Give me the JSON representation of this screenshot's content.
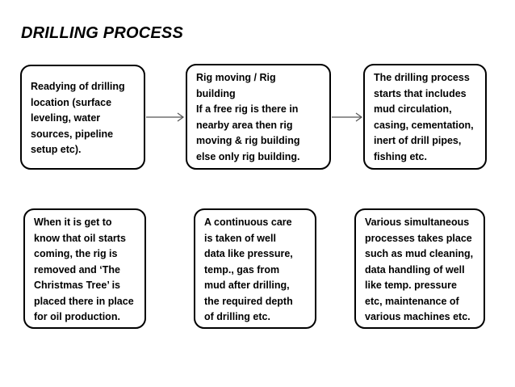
{
  "title": "DRILLING PROCESS",
  "steps": [
    {
      "text": "Readying of drilling\nlocation (surface\nleveling, water\nsources, pipeline\nsetup etc)."
    },
    {
      "text": "Rig moving / Rig\nbuilding\nIf a free rig is there in\nnearby area then rig\nmoving & rig building\nelse only rig building."
    },
    {
      "text": "The drilling process\nstarts that includes\nmud circulation,\ncasing, cementation,\ninert of drill pipes,\nfishing etc."
    },
    {
      "text": "When it is get to\nknow that oil starts\ncoming, the rig is\nremoved and ‘The\nChristmas Tree’ is\nplaced there in place\nfor oil production."
    },
    {
      "text": "A continuous care\nis taken of well\ndata  like pressure,\ntemp., gas from\nmud after drilling,\nthe required depth\nof  drilling etc."
    },
    {
      "text": "Various simultaneous\nprocesses takes place\nsuch as mud cleaning,\ndata handling of well\nlike temp. pressure\netc, maintenance of\nvarious machines etc."
    }
  ]
}
